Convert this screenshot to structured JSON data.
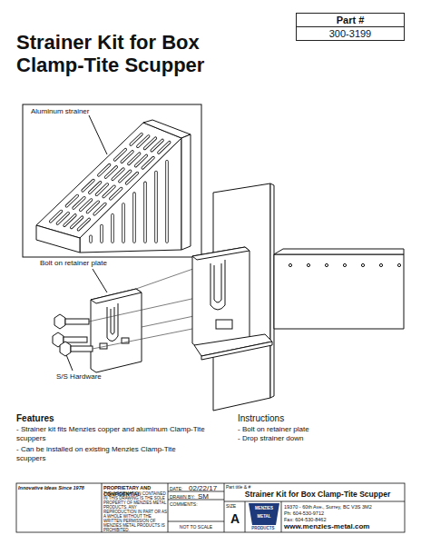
{
  "diagram": {
    "title": "Strainer Kit for Box Clamp-Tite Scupper",
    "nodes": [
      {
        "text": [
          "Part #",
          "300-3199"
        ]
      }
    ],
    "labels": [
      "Aluminum strainer",
      "Bolt on retainer plate",
      "S/S Hardware",
      "Features",
      "- Strainer kit fits Menzies copper and aluminum Clamp-Tite scuppers",
      "- Can be installed on existing Menzies Clamp-Tite scuppers",
      "Instructions",
      "- Bolt on retainer plate",
      "- Drop strainer down",
      "Innovative Ideas Since 1978",
      "PROPRIETARY AND CONFIDENTIAL",
      "THE INFORMATION CONTAINED IN THIS DRAWING IS THE SOLE PROPERTY OF MENZIES METAL PRODUCTS. ANY REPRODUCTION IN PART OR AS A WHOLE WITHOUT THE WRITTEN PERMISSION OF MENZIES METAL PRODUCTS IS PROHIBITED.",
      "DATE:",
      "02/22/17",
      "DRAWN BY:",
      "SM",
      "COMMENTS:",
      "NOT TO SCALE",
      "Part title & #",
      "Strainer Kit for Box Clamp-Tite Scupper",
      "SIZE",
      "A",
      "MENZIES",
      "METAL",
      "PRODUCTS",
      "19370 - 60th Ave., Surrey, BC V3S 3M2",
      "Ph: 604-530-9712",
      "Fax: 604-530-8462",
      "www.menzies-metal.com"
    ]
  }
}
